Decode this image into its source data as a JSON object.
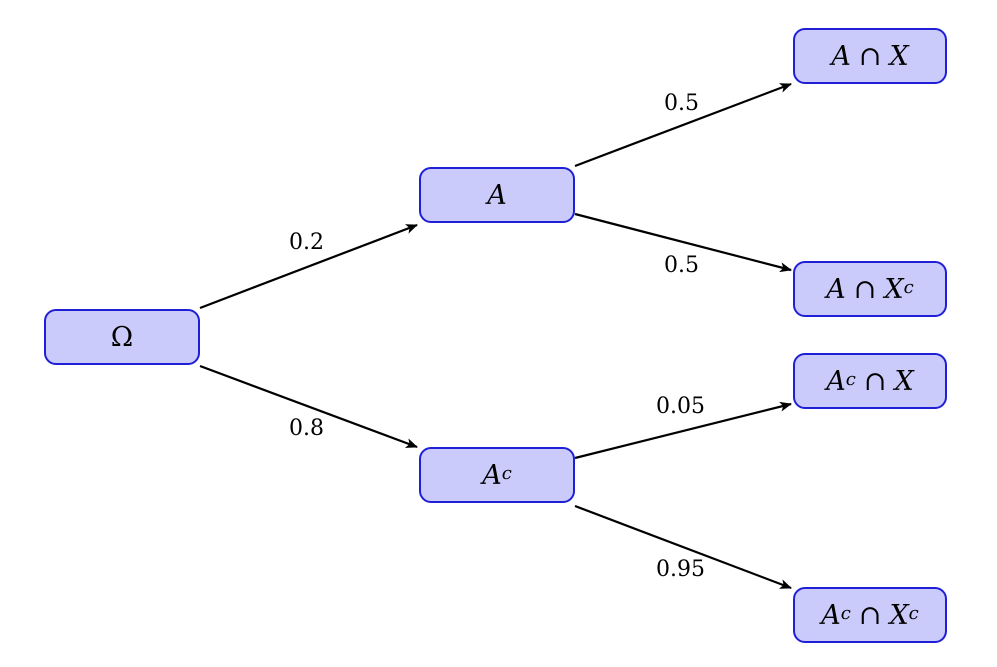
{
  "diagram": {
    "type": "probability-tree",
    "colors": {
      "node_fill": "#cbcbfb",
      "node_border": "#1f1fd6",
      "edge": "#000000"
    },
    "nodes": {
      "omega": {
        "text": "Ω"
      },
      "a": {
        "base": "A"
      },
      "ac": {
        "base": "A",
        "sup": "c"
      },
      "a_x": {
        "left": "A",
        "op": "∩",
        "right": "X"
      },
      "a_xc": {
        "left": "A",
        "op": "∩",
        "right": "X",
        "right_sup": "c"
      },
      "ac_x": {
        "left": "A",
        "left_sup": "c",
        "op": "∩",
        "right": "X"
      },
      "ac_xc": {
        "left": "A",
        "left_sup": "c",
        "op": "∩",
        "right": "X",
        "right_sup": "c"
      }
    },
    "edges": [
      {
        "from": "omega",
        "to": "a",
        "label": "0.2"
      },
      {
        "from": "omega",
        "to": "ac",
        "label": "0.8"
      },
      {
        "from": "a",
        "to": "a_x",
        "label": "0.5"
      },
      {
        "from": "a",
        "to": "a_xc",
        "label": "0.5"
      },
      {
        "from": "ac",
        "to": "ac_x",
        "label": "0.05"
      },
      {
        "from": "ac",
        "to": "ac_xc",
        "label": "0.95"
      }
    ]
  }
}
